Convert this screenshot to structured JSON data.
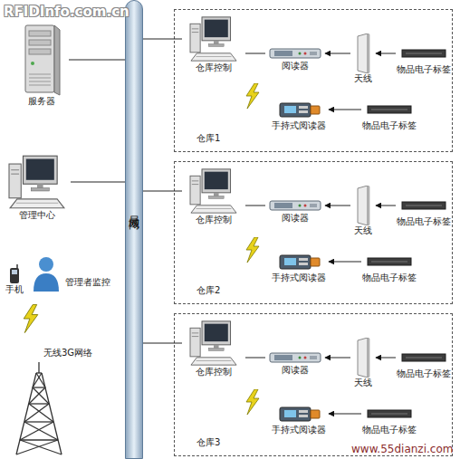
{
  "diagram": {
    "nodes": [
      {
        "text": [
          "服务器"
        ]
      },
      {
        "text": [
          "管理中心"
        ]
      },
      {
        "text": [
          "手机"
        ]
      },
      {
        "text": [
          "管理者监控"
        ]
      },
      {
        "text": [
          "无线3G网络"
        ]
      },
      {
        "text": [
          "局域网"
        ]
      },
      {
        "text": [
          "仓库1"
        ]
      },
      {
        "text": [
          "仓库控制"
        ],
        "in": 6
      },
      {
        "text": [
          "阅读器"
        ],
        "in": 6
      },
      {
        "text": [
          "天线"
        ],
        "in": 6
      },
      {
        "text": [
          "物品电子标签"
        ],
        "in": 6
      },
      {
        "text": [
          "手持式阅读器"
        ],
        "in": 6
      },
      {
        "text": [
          "物品电子标签"
        ],
        "in": 6
      },
      {
        "text": [
          "仓库2"
        ]
      },
      {
        "text": [
          "仓库控制"
        ],
        "in": 13
      },
      {
        "text": [
          "阅读器"
        ],
        "in": 13
      },
      {
        "text": [
          "天线"
        ],
        "in": 13
      },
      {
        "text": [
          "物品电子标签"
        ],
        "in": 13
      },
      {
        "text": [
          "手持式阅读器"
        ],
        "in": 13
      },
      {
        "text": [
          "物品电子标签"
        ],
        "in": 13
      },
      {
        "text": [
          "仓库3"
        ]
      },
      {
        "text": [
          "仓库控制"
        ],
        "in": 20
      },
      {
        "text": [
          "阅读器"
        ],
        "in": 20
      },
      {
        "text": [
          "天线"
        ],
        "in": 20
      },
      {
        "text": [
          "物品电子标签"
        ],
        "in": 20
      },
      {
        "text": [
          "手持式阅读器"
        ],
        "in": 20
      },
      {
        "text": [
          "物品电子标签"
        ],
        "in": 20
      }
    ],
    "edges": [
      {
        "from": 0,
        "to": 5,
        "arrow": "none"
      },
      {
        "from": 1,
        "to": 5,
        "arrow": "none"
      },
      {
        "from": 5,
        "to": 7,
        "arrow": "none"
      },
      {
        "from": 8,
        "to": 7,
        "arrow": "none"
      },
      {
        "from": 9,
        "to": 8,
        "arrow": "to"
      },
      {
        "from": 10,
        "to": 9,
        "arrow": "to"
      },
      {
        "from": 12,
        "to": 11,
        "arrow": "to"
      },
      {
        "from": 5,
        "to": 14,
        "arrow": "none"
      },
      {
        "from": 15,
        "to": 14,
        "arrow": "none"
      },
      {
        "from": 16,
        "to": 15,
        "arrow": "to"
      },
      {
        "from": 17,
        "to": 16,
        "arrow": "to"
      },
      {
        "from": 19,
        "to": 18,
        "arrow": "to"
      },
      {
        "from": 5,
        "to": 21,
        "arrow": "none"
      },
      {
        "from": 22,
        "to": 21,
        "arrow": "none"
      },
      {
        "from": 23,
        "to": 22,
        "arrow": "to"
      },
      {
        "from": 24,
        "to": 23,
        "arrow": "to"
      },
      {
        "from": 26,
        "to": 25,
        "arrow": "to"
      }
    ],
    "labels": [
      "RFIDInfo.com.cn",
      "www.55dianzi.com"
    ]
  }
}
